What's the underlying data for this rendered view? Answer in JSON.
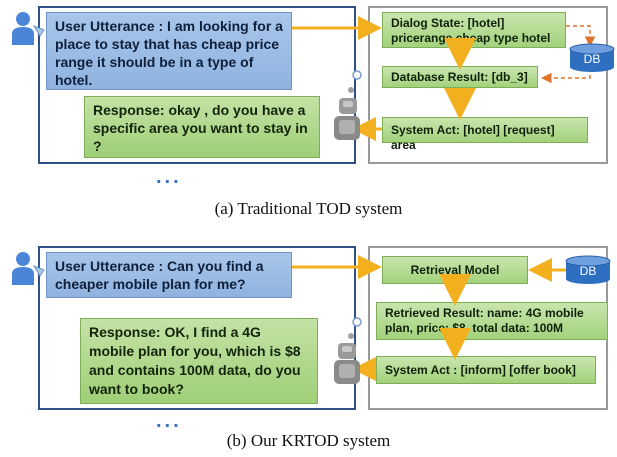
{
  "top": {
    "user_utterance": "User Utterance : I am looking for a place to stay that has cheap price range it should be in a type of hotel.",
    "response": "Response: okay , do you have a specific area you want to stay in ?",
    "dialog_state": "Dialog State: [hotel] pricerange cheap type hotel",
    "db_label": "DB",
    "database_result": "Database Result: [db_3]",
    "system_act": "System Act: [hotel] [request] area",
    "dots": "...",
    "caption": "(a)  Traditional TOD system"
  },
  "bottom": {
    "user_utterance": "User Utterance : Can you find a cheaper mobile plan for me?",
    "response": "Response: OK, I find a 4G mobile plan for you, which is $8 and contains 100M data, do you want to book?",
    "retrieval_model": "Retrieval Model",
    "db_label": "DB",
    "retrieved_result": "Retrieved Result: name: 4G mobile plan, price: $8, total data: 100M",
    "system_act": "System Act : [inform] [offer book]",
    "dots": "...",
    "caption": "(b)  Our KRTOD system"
  },
  "colors": {
    "user_blue": "#4a86d8",
    "bubble_blue": "#8fb3df",
    "bubble_green": "#9fcf77",
    "arrow_orange": "#f2b01e",
    "db_blue": "#2f6fc2",
    "robot_gray": "#8a8a8a",
    "frame_left": "#2f4f86",
    "frame_right": "#9a9a9a"
  },
  "icons": [
    "user-icon",
    "robot-icon",
    "database-icon"
  ]
}
